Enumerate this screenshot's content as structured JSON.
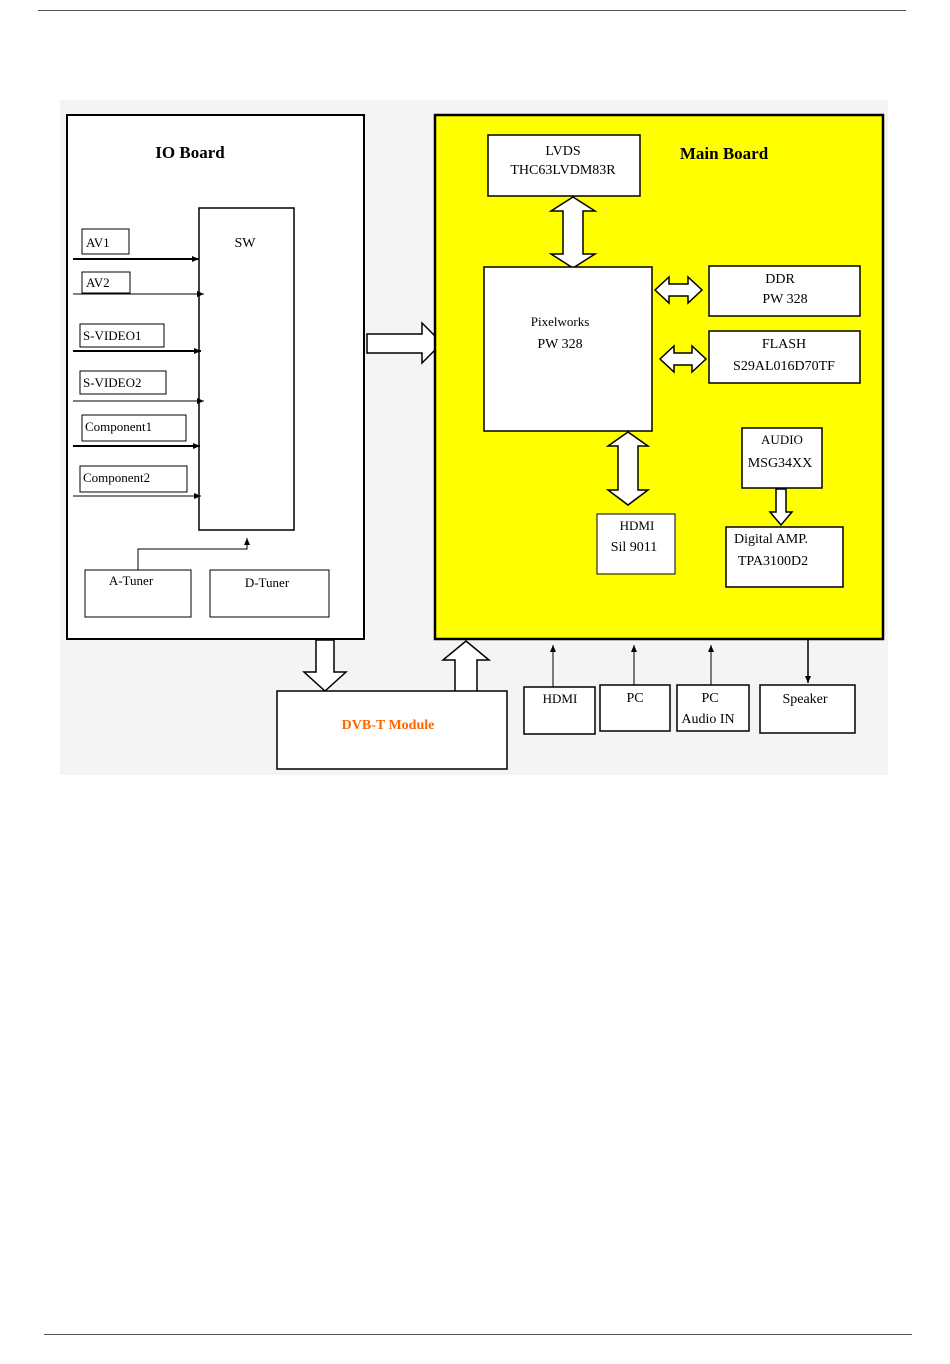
{
  "io_board": {
    "title": "IO Board",
    "switch_label": "SW",
    "inputs": [
      "AV1",
      "AV2",
      "S-VIDEO1",
      "S-VIDEO2",
      "Component1",
      "Component2"
    ],
    "a_tuner": "A-Tuner",
    "d_tuner": "D-Tuner"
  },
  "main_board": {
    "title": "Main Board",
    "fill_color": "#ffff00",
    "lvds": [
      "LVDS",
      "THC63LVDM83R"
    ],
    "pixelworks": [
      "Pixelworks",
      "PW 328"
    ],
    "ddr": [
      "DDR",
      "PW 328"
    ],
    "flash": [
      "FLASH",
      "S29AL016D70TF"
    ],
    "audio": [
      "AUDIO",
      "MSG34XX"
    ],
    "hdmi_chip": [
      "HDMI",
      "Sil 9011"
    ],
    "digital_amp": [
      "Digital AMP.",
      "TPA3100D2"
    ]
  },
  "dvb": {
    "label": "DVB-T Module",
    "color": "#ff6600"
  },
  "ports": {
    "hdmi": [
      "HDMI"
    ],
    "pc": [
      "PC"
    ],
    "pc_audio": [
      "PC",
      "Audio IN"
    ],
    "speaker": [
      "Speaker"
    ]
  }
}
